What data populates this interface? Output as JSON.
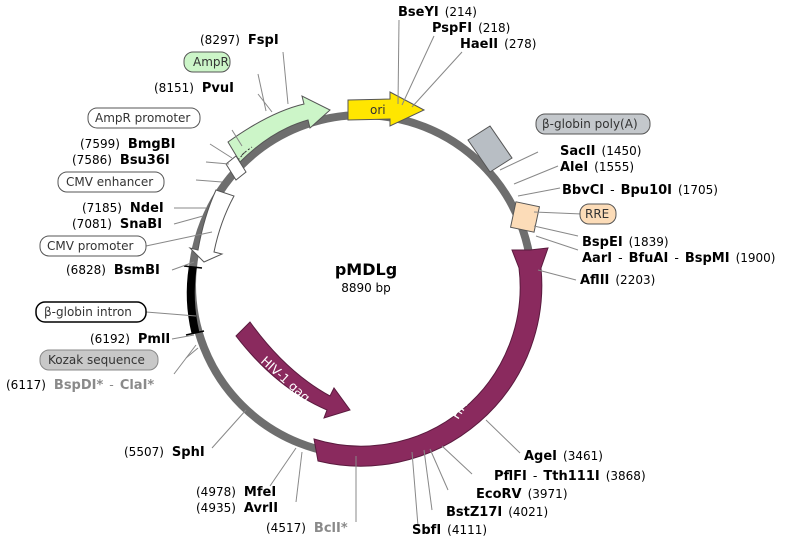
{
  "plasmid": {
    "name": "pMDLg",
    "size": "8890 bp"
  },
  "features": {
    "ori": "ori",
    "gag": "HIV-1 gag",
    "pol": "HIV-1 pol"
  },
  "boxes": {
    "ampr": "AmpR",
    "ampr_promoter": "AmpR promoter",
    "cmv_enhancer": "CMV enhancer",
    "cmv_promoter": "CMV promoter",
    "bglobin_intron": "β-globin intron",
    "kozak": "Kozak sequence",
    "bglobin_polya": "β-globin poly(A)",
    "rre": "RRE"
  },
  "sites": {
    "fspi": {
      "pos": "(8297)",
      "name": "FspI"
    },
    "pvui": {
      "pos": "(8151)",
      "name": "PvuI"
    },
    "bmgbi": {
      "pos": "(7599)",
      "name": "BmgBI"
    },
    "bsu36i": {
      "pos": "(7586)",
      "name": "Bsu36I"
    },
    "ndei": {
      "pos": "(7185)",
      "name": "NdeI"
    },
    "snabi": {
      "pos": "(7081)",
      "name": "SnaBI"
    },
    "bsmbi": {
      "pos": "(6828)",
      "name": "BsmBI"
    },
    "pmli": {
      "pos": "(6192)",
      "name": "PmlI"
    },
    "bspdi": {
      "pos": "(6117)",
      "name1": "BspDI*",
      "sep": "-",
      "name2": "ClaI*"
    },
    "sphi": {
      "pos": "(5507)",
      "name": "SphI"
    },
    "mfei": {
      "pos": "(4978)",
      "name": "MfeI"
    },
    "avrii": {
      "pos": "(4935)",
      "name": "AvrII"
    },
    "bcli": {
      "pos": "(4517)",
      "name": "BclI*"
    },
    "sbfi": {
      "name": "SbfI",
      "pos": "(4111)"
    },
    "bstz17i": {
      "name": "BstZ17I",
      "pos": "(4021)"
    },
    "ecorv": {
      "name": "EcoRV",
      "pos": "(3971)"
    },
    "pflfi": {
      "name1": "PflFI",
      "sep": "-",
      "name2": "Tth111I",
      "pos": "(3868)"
    },
    "agei": {
      "name": "AgeI",
      "pos": "(3461)"
    },
    "aflii": {
      "name": "AflII",
      "pos": "(2203)"
    },
    "aari": {
      "name1": "AarI",
      "sep1": "-",
      "name2": "BfuAI",
      "sep2": "-",
      "name3": "BspMI",
      "pos": "(1900)"
    },
    "bspei": {
      "name": "BspEI",
      "pos": "(1839)"
    },
    "bbvci": {
      "name1": "BbvCI",
      "sep": "-",
      "name2": "Bpu10I",
      "pos": "(1705)"
    },
    "alei": {
      "name": "AleI",
      "pos": "(1555)"
    },
    "sacii": {
      "name": "SacII",
      "pos": "(1450)"
    },
    "bseyi": {
      "name": "BseYI",
      "pos": "(214)"
    },
    "pspfi": {
      "name": "PspFI",
      "pos": "(218)"
    },
    "haeii": {
      "name": "HaeII",
      "pos": "(278)"
    }
  },
  "colors": {
    "backbone": "#6e6e6e",
    "ori": "#ffe600",
    "gag_pol": "#8a2a5e",
    "ampr": "#ccf5c8",
    "polya": "#b8bec4",
    "rre": "#fcdcb8",
    "intron": "#000000",
    "promoter": "#ffffff"
  }
}
